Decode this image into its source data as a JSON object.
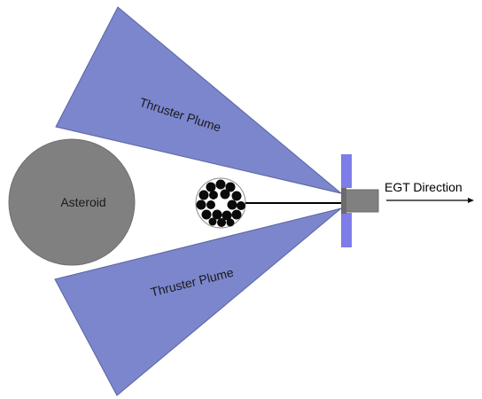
{
  "labels": {
    "asteroid": "Asteroid",
    "plume_top": "Thruster Plume",
    "plume_bottom": "Thruster Plume",
    "direction": "EGT Direction"
  },
  "colors": {
    "plume": "#7b86cd",
    "asteroid": "#808080",
    "panel": "#7d7ce8",
    "boulder": "#0a0a0a",
    "tether": "#000000"
  }
}
